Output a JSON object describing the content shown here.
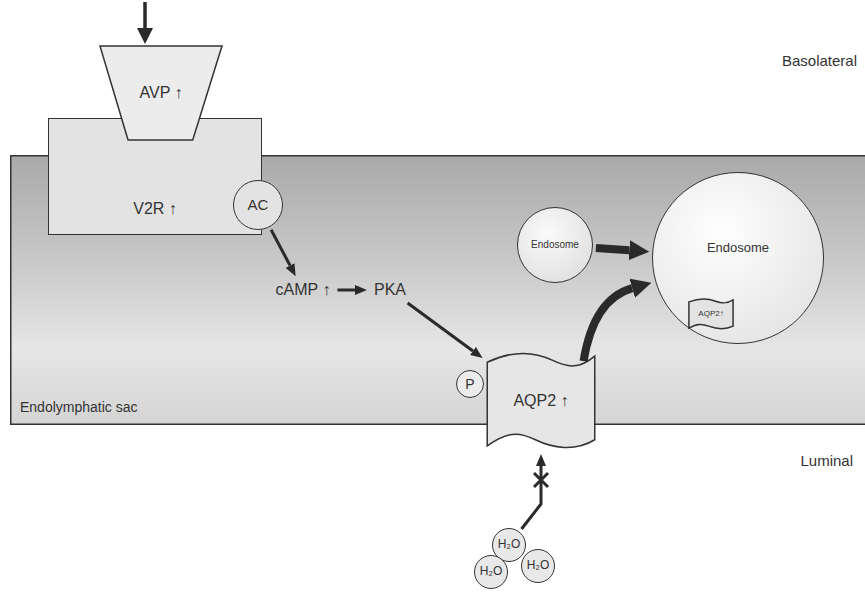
{
  "diagram": {
    "nodes": [
      {
        "text": [
          "AVP ↑"
        ]
      },
      {
        "text": [
          "V2R ↑"
        ]
      },
      {
        "text": [
          "Endolymphatic sac"
        ]
      },
      {
        "text": [
          "AC"
        ],
        "in": 2
      },
      {
        "text": [
          "cAMP ↑"
        ],
        "in": 2
      },
      {
        "text": [
          "PKA"
        ],
        "in": 2
      },
      {
        "text": [
          "Endosome"
        ],
        "in": 2
      },
      {
        "text": [
          "Endosome"
        ],
        "in": 2
      },
      {
        "text": [
          "AQP2↑"
        ],
        "in": 7
      },
      {
        "text": [
          "P"
        ]
      },
      {
        "text": [
          "AQP2 ↑"
        ]
      },
      {
        "text": [
          "H₂O"
        ]
      },
      {
        "text": [
          "H₂O"
        ]
      },
      {
        "text": [
          "H₂O"
        ]
      }
    ],
    "edges": [
      {
        "from": 3,
        "to": 4,
        "arrow": "to"
      },
      {
        "from": 4,
        "to": 5,
        "arrow": "to"
      },
      {
        "from": 5,
        "to": 10,
        "arrow": "to"
      },
      {
        "from": 6,
        "to": 7,
        "arrow": "to"
      },
      {
        "from": 10,
        "to": 7,
        "arrow": "to"
      },
      {
        "from": 11,
        "to": 10,
        "arrow": "to"
      }
    ],
    "labels": [
      "Basolateral",
      "Luminal"
    ]
  }
}
